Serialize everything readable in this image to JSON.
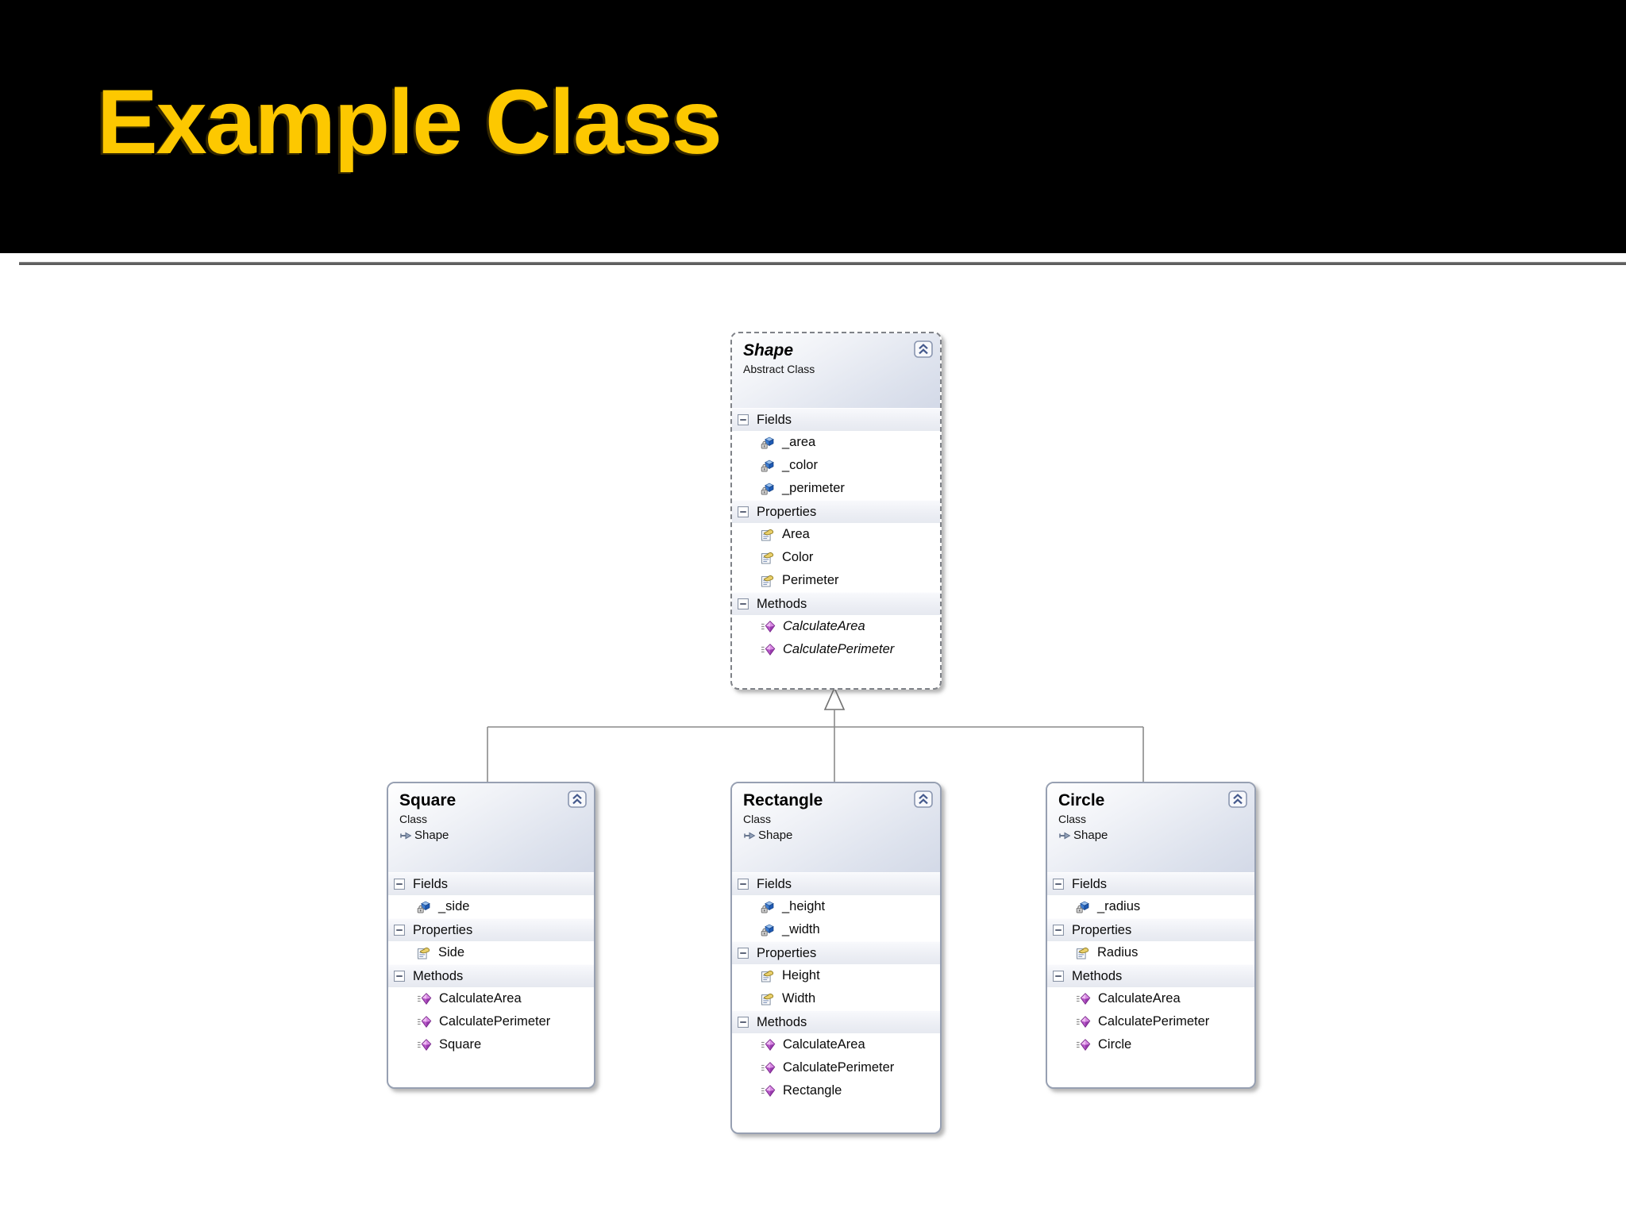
{
  "slide": {
    "title": "Example Class"
  },
  "colors": {
    "banner_bg": "#000000",
    "title_text": "#FDC800",
    "separator": "#5a5a5a",
    "connector": "#707070",
    "box_border": "#97a0b2",
    "header_gradient_end": "#d3d9e7",
    "field_icon_blue": "#3a7ad0",
    "property_icon_yellow": "#e9cf6a",
    "method_icon_purple": "#b757c8"
  },
  "icons": {
    "collapse": "collapse-chevrons-icon",
    "section_expander": "section-collapse-icon",
    "field": "field-cube-lock-icon",
    "property": "property-hand-document-icon",
    "method": "method-gem-icon",
    "base_arrow": "inheritance-arrow-icon"
  },
  "diagram": {
    "classes": [
      {
        "id": "shape",
        "name": "Shape",
        "kind": "Abstract Class",
        "base": null,
        "abstract": true,
        "sections": [
          {
            "label": "Fields",
            "icon": "field",
            "items": [
              {
                "label": "_area"
              },
              {
                "label": "_color"
              },
              {
                "label": "_perimeter"
              }
            ]
          },
          {
            "label": "Properties",
            "icon": "property",
            "items": [
              {
                "label": "Area"
              },
              {
                "label": "Color"
              },
              {
                "label": "Perimeter"
              }
            ]
          },
          {
            "label": "Methods",
            "icon": "method",
            "items": [
              {
                "label": "CalculateArea",
                "italic": true
              },
              {
                "label": "CalculatePerimeter",
                "italic": true
              }
            ]
          }
        ]
      },
      {
        "id": "square",
        "name": "Square",
        "kind": "Class",
        "base": "Shape",
        "abstract": false,
        "sections": [
          {
            "label": "Fields",
            "icon": "field",
            "items": [
              {
                "label": "_side"
              }
            ]
          },
          {
            "label": "Properties",
            "icon": "property",
            "items": [
              {
                "label": "Side"
              }
            ]
          },
          {
            "label": "Methods",
            "icon": "method",
            "items": [
              {
                "label": "CalculateArea"
              },
              {
                "label": "CalculatePerimeter"
              },
              {
                "label": "Square"
              }
            ]
          }
        ]
      },
      {
        "id": "rectangle",
        "name": "Rectangle",
        "kind": "Class",
        "base": "Shape",
        "abstract": false,
        "sections": [
          {
            "label": "Fields",
            "icon": "field",
            "items": [
              {
                "label": "_height"
              },
              {
                "label": "_width"
              }
            ]
          },
          {
            "label": "Properties",
            "icon": "property",
            "items": [
              {
                "label": "Height"
              },
              {
                "label": "Width"
              }
            ]
          },
          {
            "label": "Methods",
            "icon": "method",
            "items": [
              {
                "label": "CalculateArea"
              },
              {
                "label": "CalculatePerimeter"
              },
              {
                "label": "Rectangle"
              }
            ]
          }
        ]
      },
      {
        "id": "circle",
        "name": "Circle",
        "kind": "Class",
        "base": "Shape",
        "abstract": false,
        "sections": [
          {
            "label": "Fields",
            "icon": "field",
            "items": [
              {
                "label": "_radius"
              }
            ]
          },
          {
            "label": "Properties",
            "icon": "property",
            "items": [
              {
                "label": "Radius"
              }
            ]
          },
          {
            "label": "Methods",
            "icon": "method",
            "items": [
              {
                "label": "CalculateArea"
              },
              {
                "label": "CalculatePerimeter"
              },
              {
                "label": "Circle"
              }
            ]
          }
        ]
      }
    ]
  }
}
